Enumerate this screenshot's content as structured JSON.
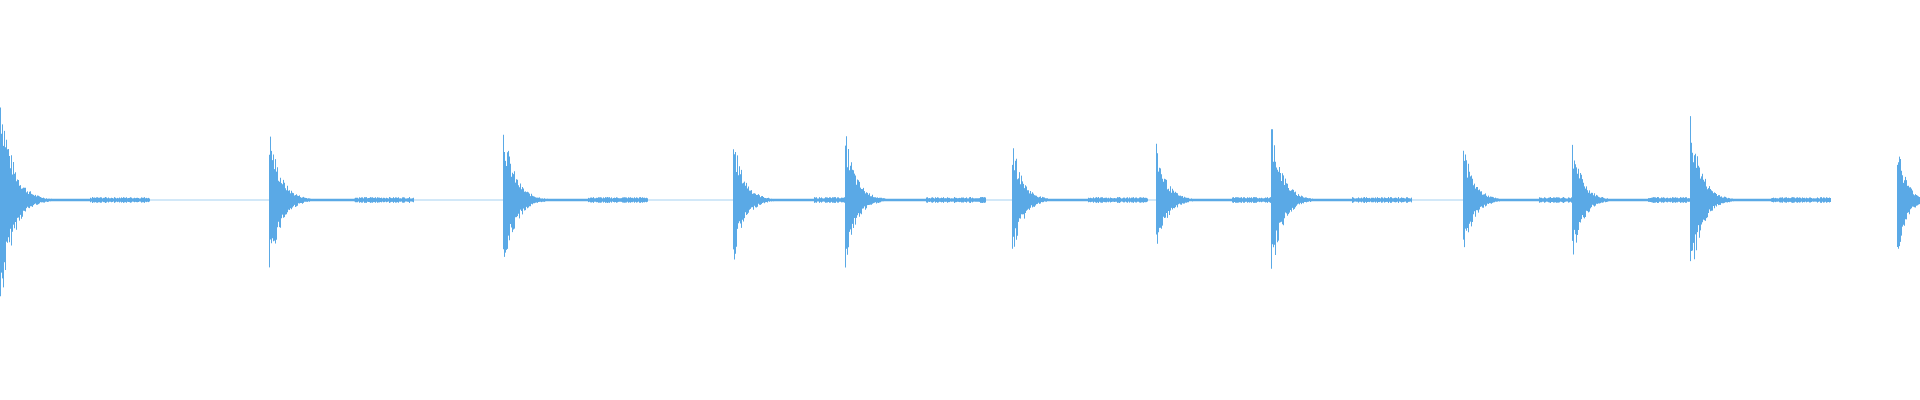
{
  "waveform": {
    "color": "#5aa9e6",
    "background": "#ffffff",
    "duration_fraction": 1.0,
    "transients": [
      {
        "t": 0.0,
        "amp_up": 1.0,
        "amp_down": 1.0,
        "decay": 0.55
      },
      {
        "t": 0.14,
        "amp_up": 0.62,
        "amp_down": 0.64,
        "decay": 0.5
      },
      {
        "t": 0.262,
        "amp_up": 0.66,
        "amp_down": 0.68,
        "decay": 0.5
      },
      {
        "t": 0.382,
        "amp_up": 0.55,
        "amp_down": 0.56,
        "decay": 0.45
      },
      {
        "t": 0.44,
        "amp_up": 0.59,
        "amp_down": 0.59,
        "decay": 0.45
      },
      {
        "t": 0.527,
        "amp_up": 0.52,
        "amp_down": 0.53,
        "decay": 0.4
      },
      {
        "t": 0.602,
        "amp_up": 0.47,
        "amp_down": 0.51,
        "decay": 0.4
      },
      {
        "t": 0.662,
        "amp_up": 0.7,
        "amp_down": 0.69,
        "decay": 0.45
      },
      {
        "t": 0.762,
        "amp_up": 0.5,
        "amp_down": 0.51,
        "decay": 0.4
      },
      {
        "t": 0.819,
        "amp_up": 0.52,
        "amp_down": 0.53,
        "decay": 0.4
      },
      {
        "t": 0.88,
        "amp_up": 0.75,
        "amp_down": 0.76,
        "decay": 0.45
      },
      {
        "t": 0.988,
        "amp_up": 0.52,
        "amp_down": 0.52,
        "decay": 0.25
      }
    ]
  }
}
